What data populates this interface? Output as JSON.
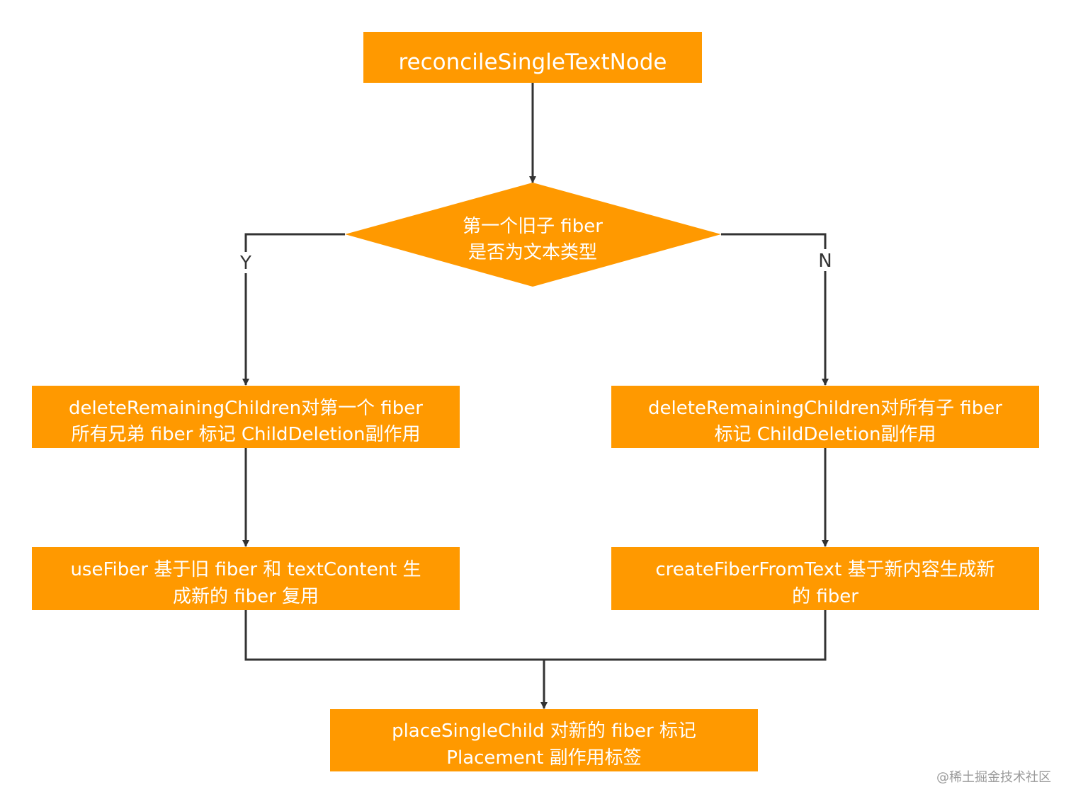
{
  "colors": {
    "node_fill": "#FF9900",
    "node_text": "#FFFFFF",
    "connector": "#333333",
    "watermark": "#9A9A9A"
  },
  "nodes": {
    "start": {
      "lines": [
        "reconcileSingleTextNode"
      ]
    },
    "decision": {
      "lines": [
        "第一个旧子 fiber",
        "是否为文本类型"
      ]
    },
    "yes_delete": {
      "lines": [
        "deleteRemainingChildren对第一个 fiber",
        "所有兄弟 fiber 标记 ChildDeletion副作用"
      ]
    },
    "no_delete": {
      "lines": [
        "deleteRemainingChildren对所有子 fiber",
        "标记 ChildDeletion副作用"
      ]
    },
    "yes_reuse": {
      "lines": [
        "useFiber 基于旧 fiber 和 textContent 生",
        "成新的 fiber 复用"
      ]
    },
    "no_create": {
      "lines": [
        "createFiberFromText 基于新内容生成新",
        "的 fiber"
      ]
    },
    "end": {
      "lines": [
        "placeSingleChild 对新的 fiber 标记",
        "Placement 副作用标签"
      ]
    }
  },
  "branches": {
    "yes_label": "Y",
    "no_label": "N"
  },
  "watermark": "@稀土掘金技术社区"
}
